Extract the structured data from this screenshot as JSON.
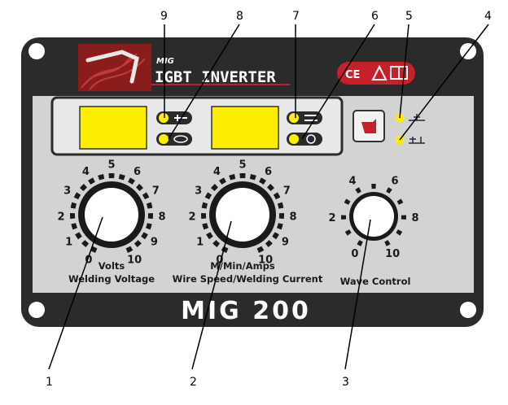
{
  "header": {
    "brand_small": "MIG",
    "brand_title": "IGBT INVERTER",
    "cert_ce": "CE",
    "cert_warn": "⚠",
    "cert_book": "📖"
  },
  "model_name": "MIG 200",
  "knobs": {
    "voltage": {
      "ticks": [
        "0",
        "1",
        "2",
        "3",
        "4",
        "5",
        "6",
        "7",
        "8",
        "9",
        "10"
      ],
      "caption_line1": "Volts",
      "caption_line2": "Welding Voltage"
    },
    "wire_speed": {
      "ticks": [
        "0",
        "1",
        "2",
        "3",
        "4",
        "5",
        "6",
        "7",
        "8",
        "9",
        "10"
      ],
      "caption_line1": "M/Min/Amps",
      "caption_line2": "Wire Speed/Welding Current"
    },
    "wave": {
      "ticks": [
        "0",
        "2",
        "4",
        "6",
        "8",
        "10"
      ],
      "caption_line1": "Wave Control"
    }
  },
  "callouts": [
    "1",
    "2",
    "3",
    "4",
    "5",
    "6",
    "7",
    "8",
    "9"
  ],
  "colors": {
    "panel_dark": "#2b2b2b",
    "panel_grey": "#d0d0d0",
    "display_yellow": "#ffee00",
    "knob_ring": "#1a1a1a",
    "accent_red": "#c8202a"
  }
}
